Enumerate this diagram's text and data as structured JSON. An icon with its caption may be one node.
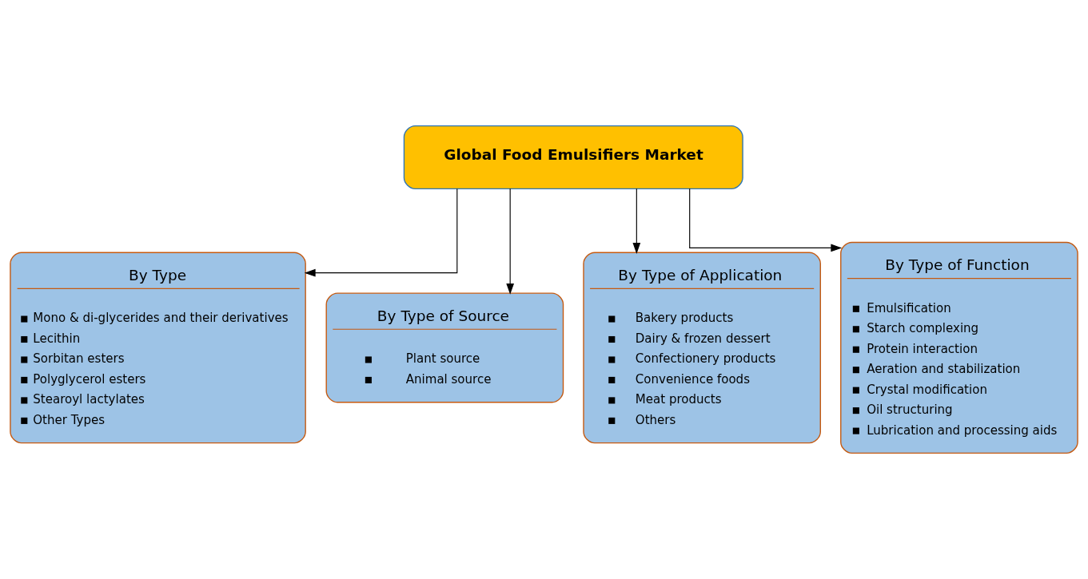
{
  "diagram": {
    "nodes": [
      {
        "text": [
          "Global Food Emulsifiers Market"
        ]
      },
      {
        "text": [
          "By Type",
          "Mono & di-glycerides and their derivatives",
          "Lecithin",
          "Sorbitan esters",
          "Polyglycerol esters",
          "Stearoyl lactylates",
          "Other Types"
        ]
      },
      {
        "text": [
          "By Type of Source",
          "Plant source",
          "Animal source"
        ]
      },
      {
        "text": [
          "By Type of Application",
          "Bakery products",
          "Dairy & frozen dessert",
          "Confectionery products",
          "Convenience foods",
          "Meat products",
          "Others"
        ]
      },
      {
        "text": [
          "By Type of Function",
          "Emulsification",
          "Starch complexing",
          "Protein interaction",
          "Aeration and stabilization",
          "Crystal modification",
          "Oil structuring",
          "Lubrication and processing aids"
        ]
      }
    ],
    "edges": [
      {
        "from": 0,
        "to": 1,
        "arrow": "to"
      },
      {
        "from": 0,
        "to": 2,
        "arrow": "to"
      },
      {
        "from": 0,
        "to": 3,
        "arrow": "to"
      },
      {
        "from": 0,
        "to": 4,
        "arrow": "to"
      }
    ]
  }
}
